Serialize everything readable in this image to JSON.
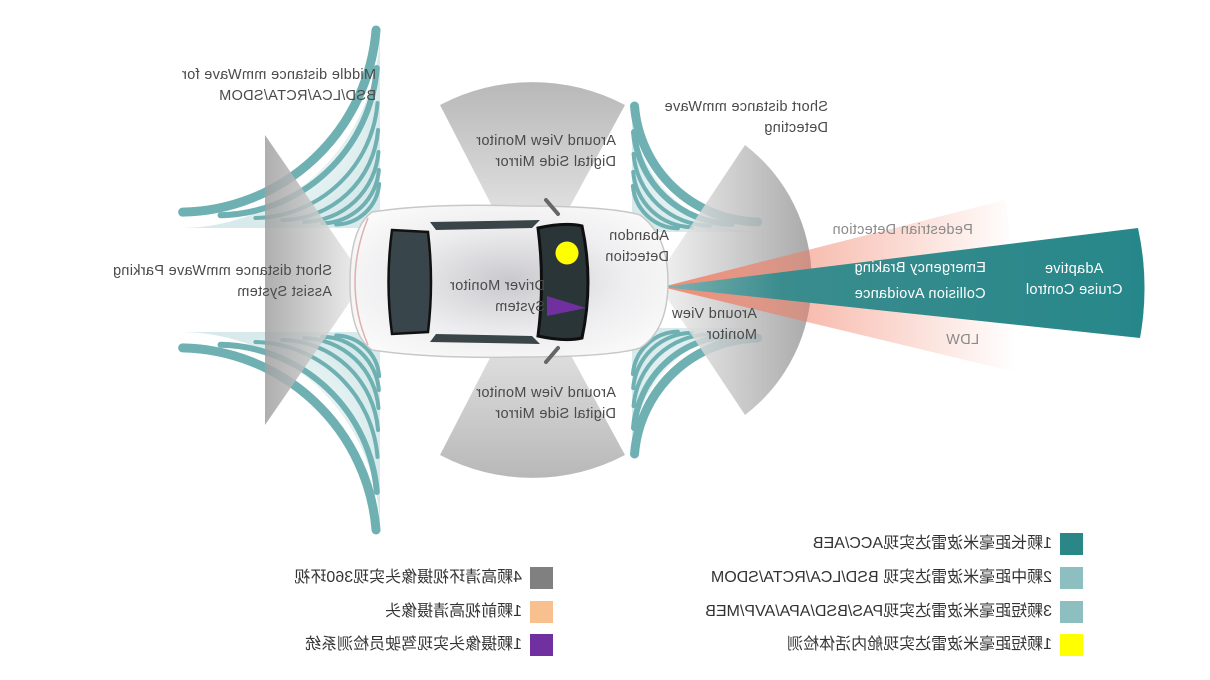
{
  "labels": {
    "middle_radar": [
      "Middle distance mmWave for",
      "BSD/LCA/RCTA/SDOM"
    ],
    "short_detecting": [
      "Short distance mmWave",
      "Detecting"
    ],
    "avm_top": [
      "Around View Monitor",
      "Digital Side Mirror"
    ],
    "abandon": [
      "Abandon",
      "Detection"
    ],
    "parking": [
      "Short distance mmWave Parking",
      "Assist System"
    ],
    "driver_monitor": [
      "Driver Monitor",
      "System"
    ],
    "avm_front": [
      "Around View",
      "Monitor"
    ],
    "pedestrian": "Pedestrian Detection",
    "emergency": "Emergency Braking",
    "collision": "Collision Avoidance",
    "acc": [
      "Adaptive",
      "Cruise Control"
    ],
    "ldw": "LDW",
    "avm_bottom": [
      "Around View Monitor",
      "Digital Side Mirror"
    ]
  },
  "legend": {
    "right": [
      {
        "text": "1颗长距毫米波雷达实现ACC/AEB",
        "color": "#2a8687"
      },
      {
        "text": "2颗中距毫米波雷达实现 BSD/LCA/RCTA/SDOM",
        "color": "#8dbfc0"
      },
      {
        "text": "3颗短距毫米波雷达实现PAS/BSD/APA/AVP/MEB",
        "color": "#8dbfc0"
      },
      {
        "text": "1颗短距毫米波雷达实现舱内活体检测",
        "color": "#ffff00"
      }
    ],
    "left": [
      {
        "text": "4颗高清环视摄像头实现360环视",
        "color": "#808080"
      },
      {
        "text": "1颗前视高清摄像头",
        "color": "#f9c08f"
      },
      {
        "text": "1颗摄像头实现驾驶员检测系统",
        "color": "#7030a0"
      }
    ]
  },
  "colors": {
    "teal": "#2a8687",
    "radar_arc": "#6fb0b2",
    "camera_gray": "#a8a8a8",
    "pink": "#f08a70"
  }
}
